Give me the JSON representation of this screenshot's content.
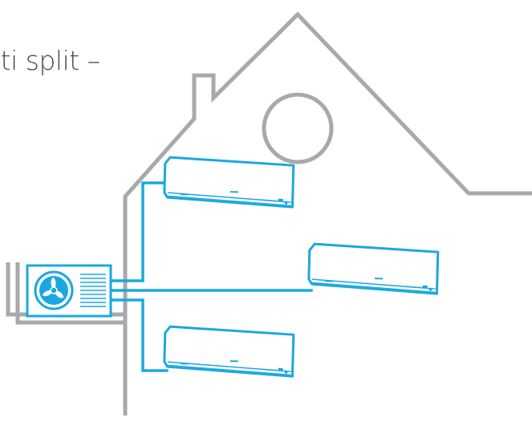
{
  "title": "lti split –",
  "colors": {
    "house_outline": "#a8a9ab",
    "pipes": "#1aa8e0",
    "unit_fill": "#ffffff",
    "title_text": "#4a4a4a"
  },
  "indoor_units": [
    {
      "name": "indoor-unit-top"
    },
    {
      "name": "indoor-unit-middle"
    },
    {
      "name": "indoor-unit-bottom"
    }
  ],
  "outdoor_unit": {
    "icon": "fan-icon"
  }
}
